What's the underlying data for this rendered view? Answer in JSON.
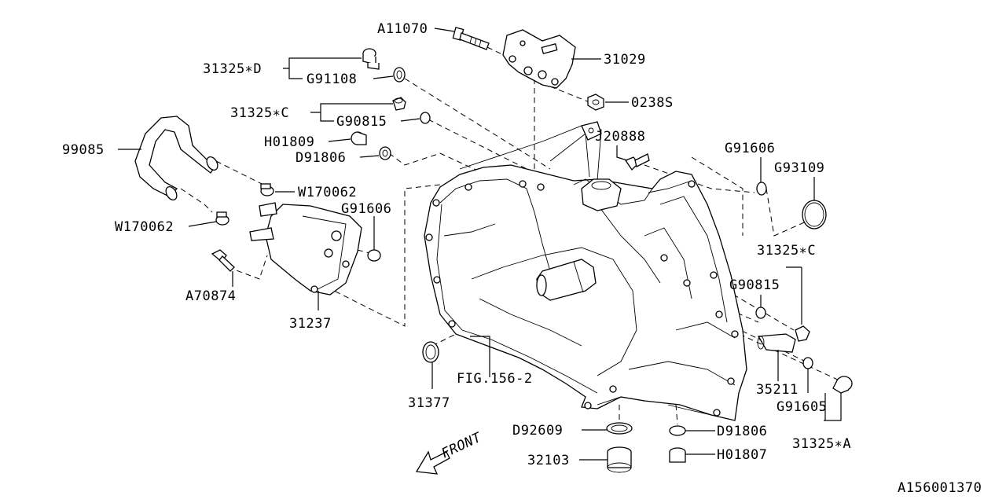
{
  "diagram": {
    "code": "A156001370",
    "front_label": "FRONT",
    "parts": {
      "a11070": "A11070",
      "p31029": "31029",
      "p31325d": "31325∗D",
      "g91108": "G91108",
      "p0238s": "0238S",
      "p31325c_top": "31325∗C",
      "g90815_top": "G90815",
      "h01809": "H01809",
      "d91806_top": "D91806",
      "j20888": "J20888",
      "p99085": "99085",
      "w170062_a": "W170062",
      "w170062_b": "W170062",
      "g91606_left": "G91606",
      "a70874": "A70874",
      "p31237": "31237",
      "fig1562": "FIG.156-2",
      "p31377": "31377",
      "d92609": "D92609",
      "p32103": "32103",
      "g91606_right": "G91606",
      "g93109": "G93109",
      "p31325c_right": "31325∗C",
      "g90815_right": "G90815",
      "p35211": "35211",
      "g91605": "G91605",
      "d91806_bottom": "D91806",
      "h01807": "H01807",
      "p31325a": "31325∗A"
    }
  }
}
